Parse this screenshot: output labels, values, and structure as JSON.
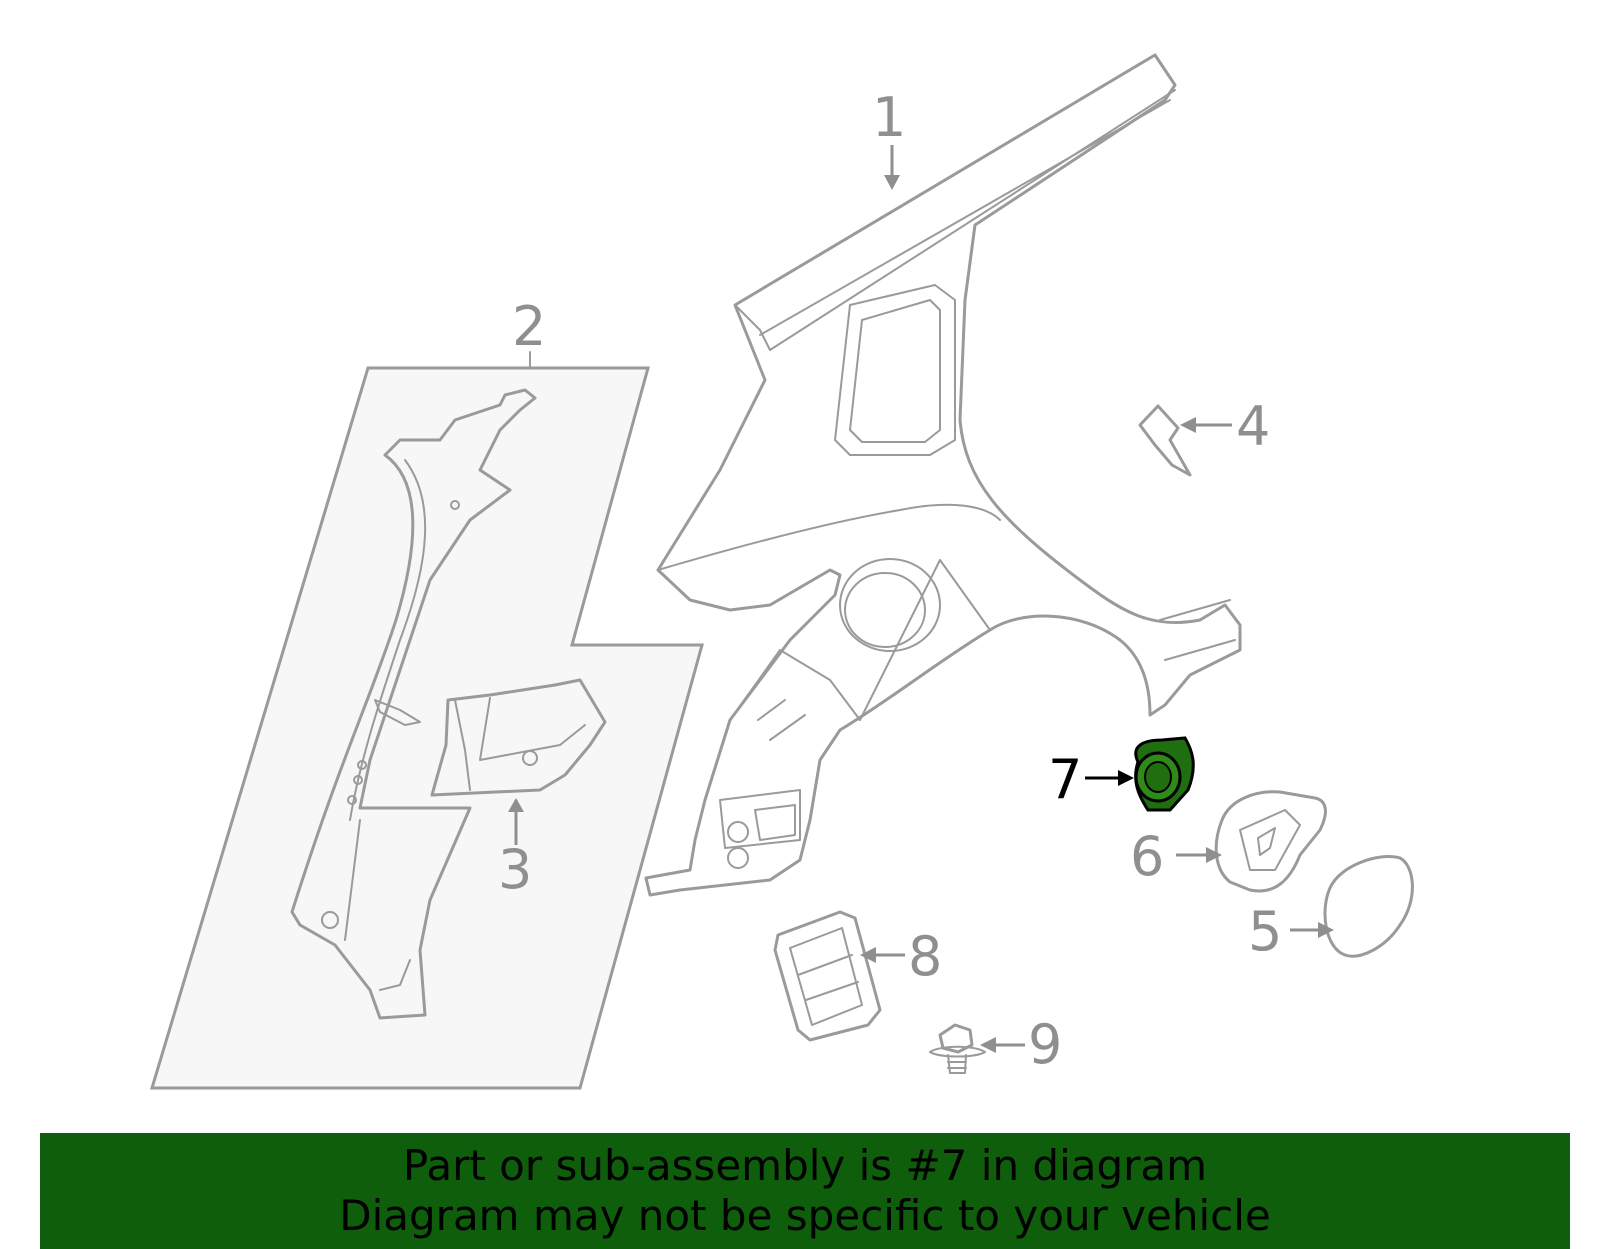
{
  "diagram": {
    "callouts": [
      {
        "id": "1",
        "label": "1"
      },
      {
        "id": "2",
        "label": "2"
      },
      {
        "id": "3",
        "label": "3"
      },
      {
        "id": "4",
        "label": "4"
      },
      {
        "id": "5",
        "label": "5"
      },
      {
        "id": "6",
        "label": "6"
      },
      {
        "id": "7",
        "label": "7"
      },
      {
        "id": "8",
        "label": "8"
      },
      {
        "id": "9",
        "label": "9"
      }
    ],
    "highlighted_part": "7",
    "colors": {
      "outline": "#9a9a9a",
      "highlight": "#1f6e10",
      "banner": "#0f5e0c",
      "inset_fill": "#f7f7f7"
    }
  },
  "banner": {
    "line1": "Part or sub-assembly is #7 in diagram",
    "line2": "Diagram may not be specific to your vehicle"
  }
}
